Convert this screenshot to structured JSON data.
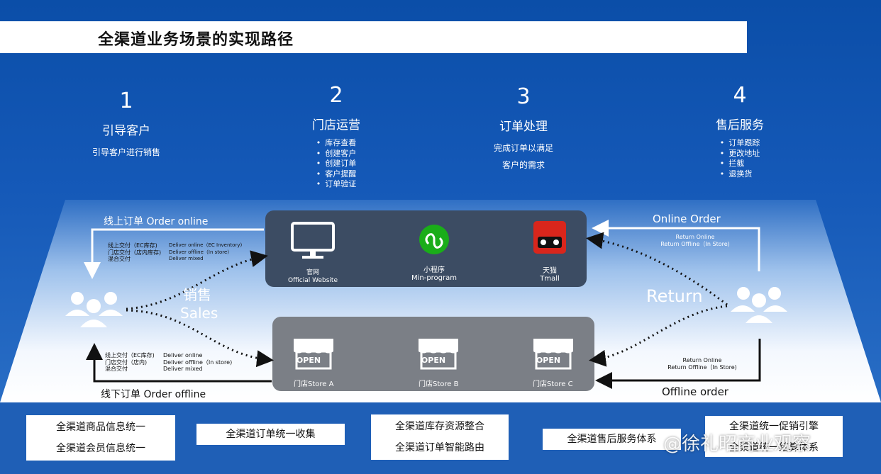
{
  "title": "全渠道业务场景的实现路径",
  "steps": [
    {
      "num": "1",
      "head": "引导客户",
      "sub": "引导客户进行销售"
    },
    {
      "num": "2",
      "head": "门店运营",
      "bullets": [
        "库存查看",
        "创建客户",
        "创建订单",
        "客户提醒",
        "订单验证"
      ]
    },
    {
      "num": "3",
      "head": "订单处理",
      "sub_lines": [
        "完成订单以满足",
        "客户的需求"
      ]
    },
    {
      "num": "4",
      "head": "售后服务",
      "bullets": [
        "订单跟踪",
        "更改地址",
        "拦截",
        "退换货"
      ]
    }
  ],
  "online_channels": [
    {
      "icon": "monitor-icon",
      "name_cn": "官网",
      "name_en": "Official Website"
    },
    {
      "icon": "mini-program-icon",
      "name_cn": "小程序",
      "name_en": "Min-program"
    },
    {
      "icon": "tmall-icon",
      "name_cn": "天猫",
      "name_en": "Tmall"
    }
  ],
  "stores": [
    "门店Store A",
    "门店Store B",
    "门店Store C"
  ],
  "left_flow": {
    "online_label": "线上订单 Order online",
    "online_cn": [
      "线上交付（EC库存)",
      "门店交付（店内库存)",
      "混合交付"
    ],
    "online_en": [
      "Deliver online（EC Inventory)",
      "Deliver offline（In store)",
      "Deliver mixed"
    ],
    "offline_cn": [
      "线上交付（EC库存)",
      "门店交付（店内)",
      "混合交付"
    ],
    "offline_en": [
      "Deliver online",
      "Deliver offline（In store)",
      "Deliver mixed"
    ],
    "offline_label": "线下订单 Order offline",
    "sales_cn": "销售",
    "sales_en": "Sales"
  },
  "right_flow": {
    "online_label": "Online Order",
    "online_returns": [
      "Return Online",
      "Return Offline（In Store)"
    ],
    "return_label": "Return",
    "offline_returns": [
      "Return Online",
      "Return Offline（In Store)"
    ],
    "offline_label": "Offline order"
  },
  "bottom_boxes": [
    [
      "全渠道商品信息统一",
      "全渠道会员信息统一"
    ],
    [
      "全渠道订单统一收集"
    ],
    [
      "全渠道库存资源整合",
      "全渠道订单智能路由"
    ],
    [
      "全渠道售后服务体系"
    ],
    [
      "全渠道统一促销引擎",
      "全渠道统一结算体系"
    ]
  ],
  "shop_sign": "OPEN",
  "watermark": "@徐礼昭商业观察",
  "colors": {
    "background": "#0b4ea8",
    "online_panel": "#3c4c63",
    "store_panel": "#7b7f86",
    "mini_program": "#1aad19",
    "tmall": "#d9261c"
  }
}
